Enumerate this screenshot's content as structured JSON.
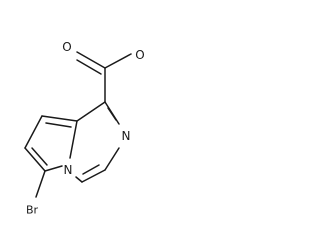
{
  "molecule": {
    "atoms": {
      "carbonyl_oxygen": "O",
      "ester_oxygen": "O",
      "pyrazine_nitrogen": "N",
      "bridgehead_nitrogen": "N",
      "bromine": "Br"
    },
    "colors": {
      "bond": "#1a1a1a",
      "label": "#1a1a1a"
    }
  }
}
